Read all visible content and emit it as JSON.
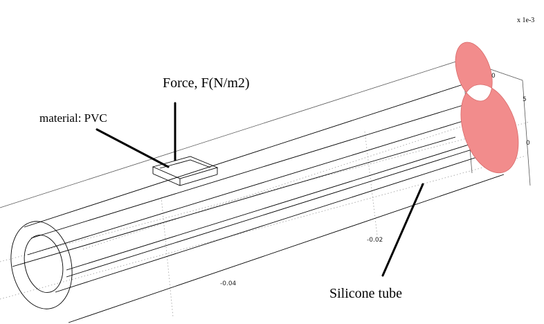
{
  "scale_label": "x 1e-3",
  "axis_ticks": {
    "x_far": "-0.04",
    "x_near": "-0.02",
    "z_top": "0",
    "z_mid": "5",
    "z_low": "0"
  },
  "annotations": {
    "force": "Force, F(N/m2)",
    "material": "material: PVC",
    "silicone": "Silicone tube"
  },
  "colors": {
    "ring_fill": "#f28c8c",
    "ring_stroke": "#d86a6a",
    "wireframe": "#000000",
    "grid": "#9a9a9a"
  }
}
